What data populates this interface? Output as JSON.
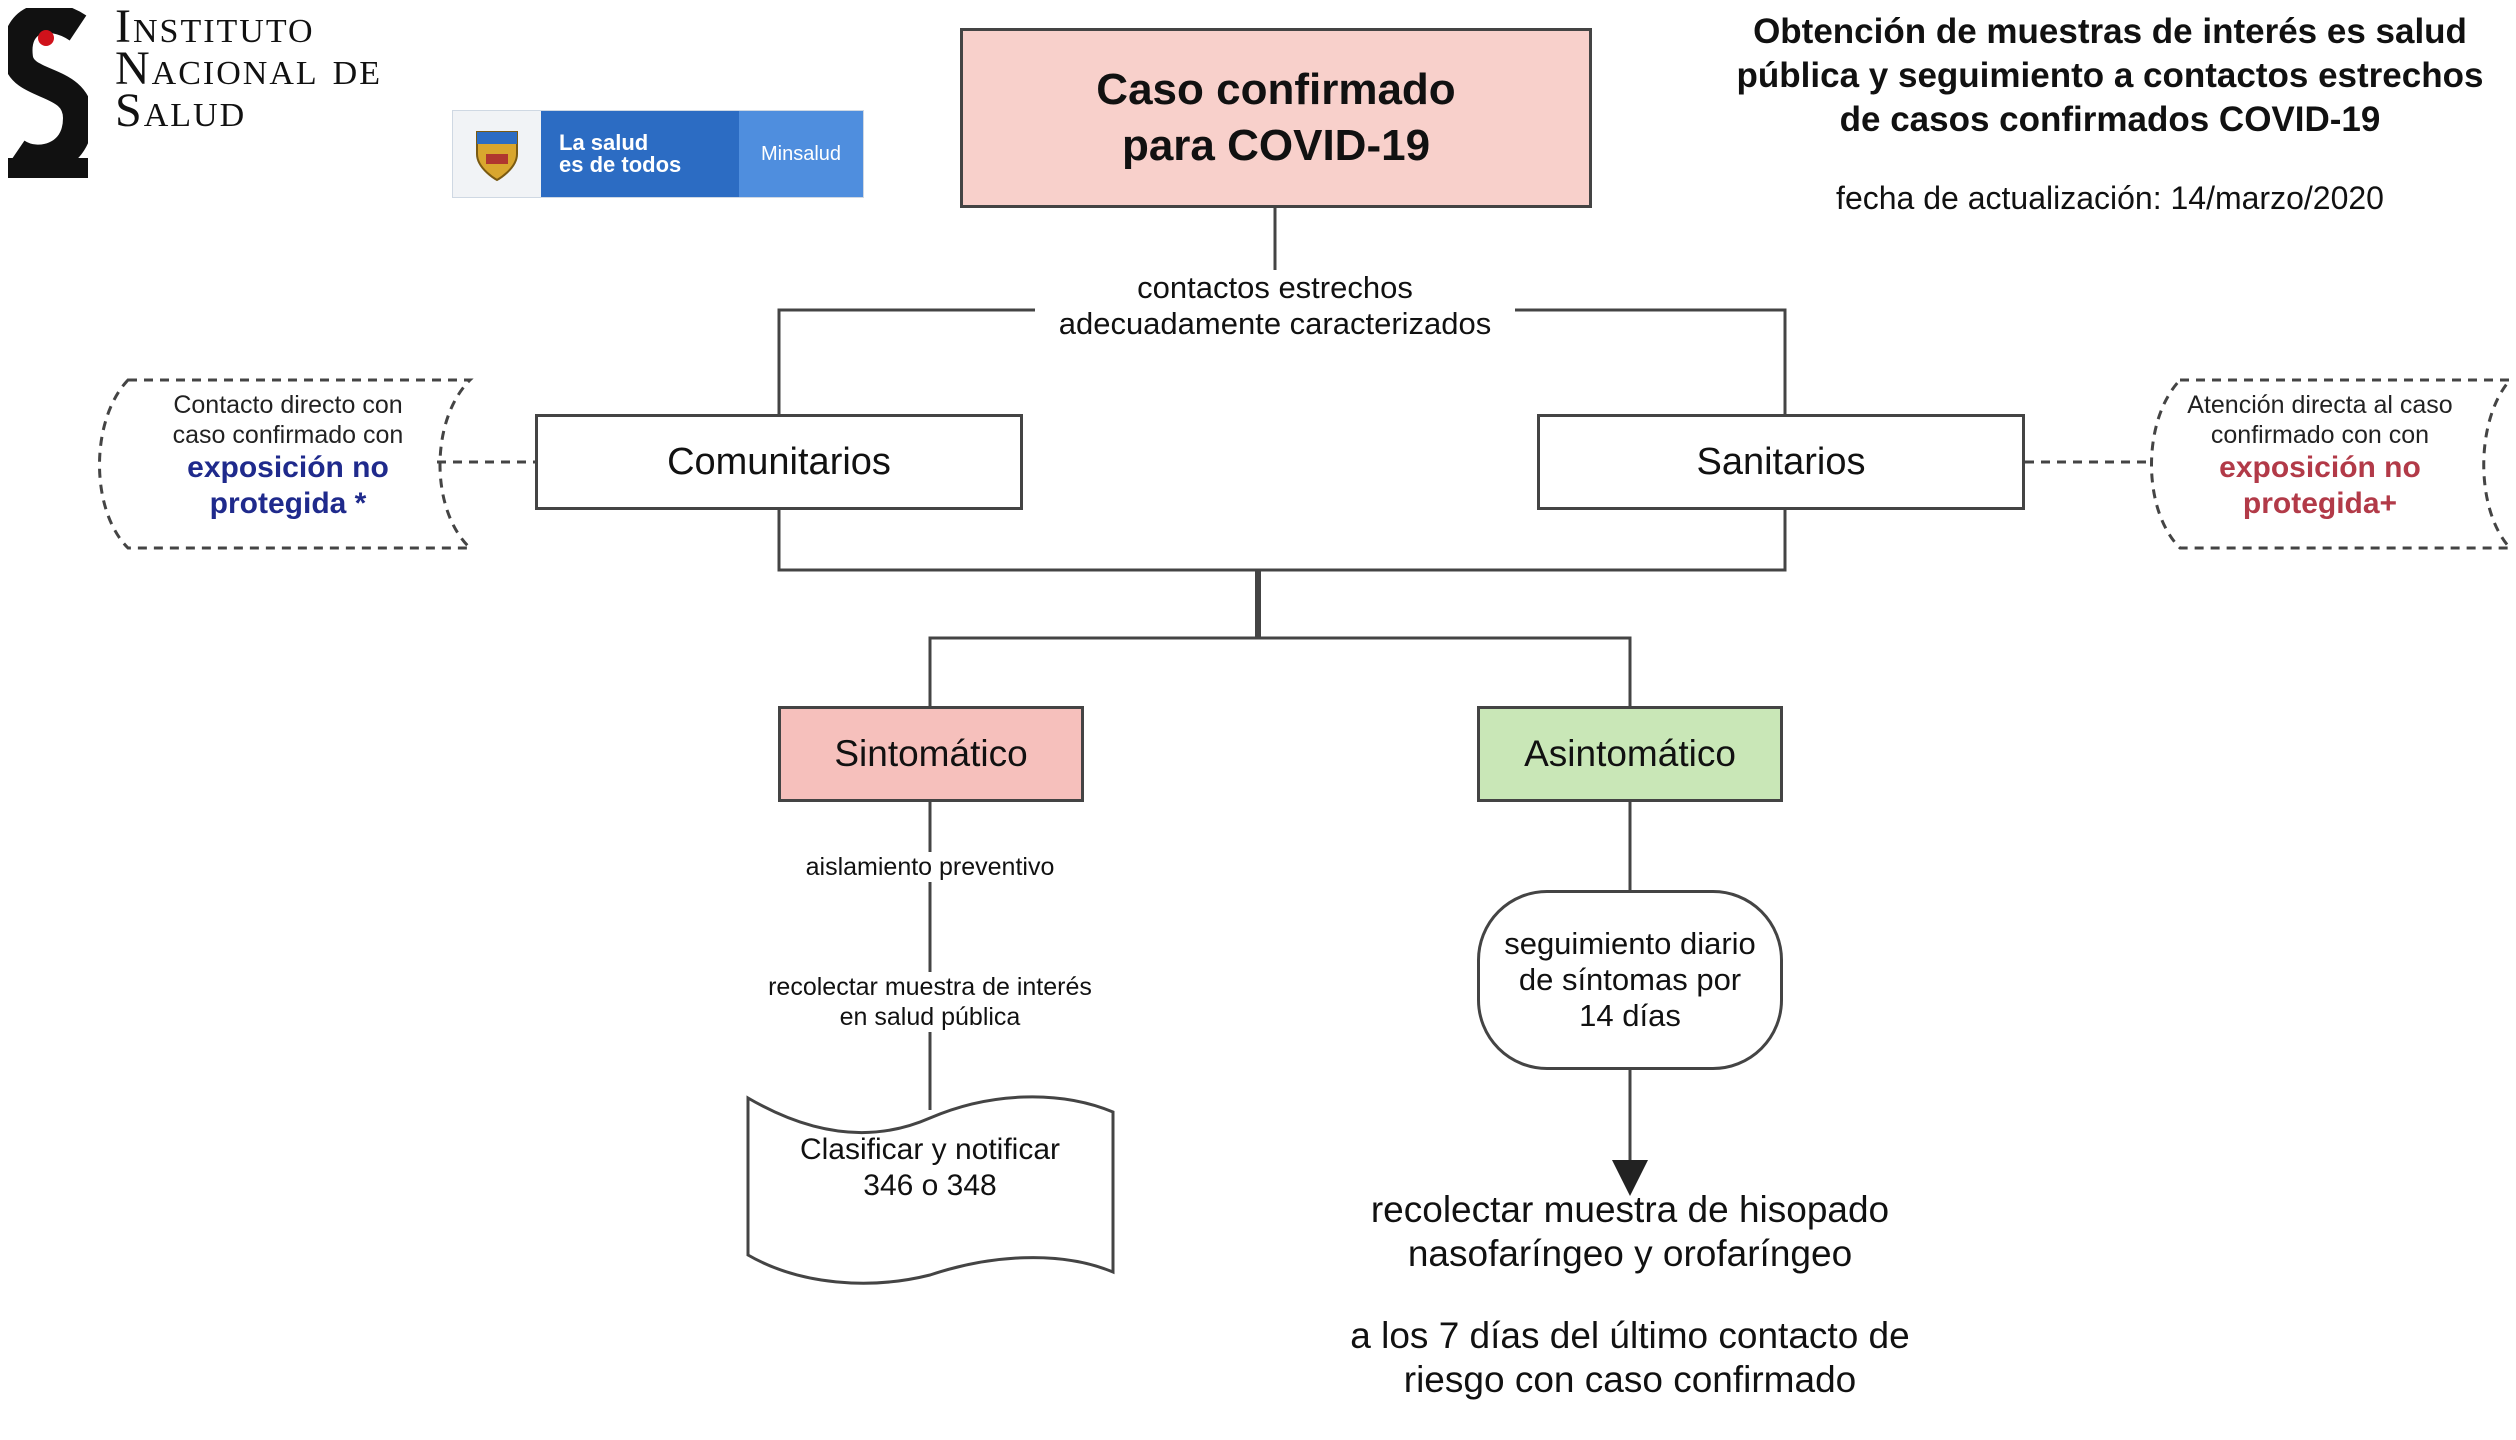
{
  "header": {
    "institute_lines": [
      "Instituto",
      "Nacional de",
      "Salud"
    ],
    "minsalud": {
      "slogan_line1": "La salud",
      "slogan_line2": "es de todos",
      "brand": "Minsalud"
    },
    "title_lines": [
      "Obtención de muestras de interés es salud",
      "pública y seguimiento a contactos estrechos",
      "de casos confirmados COVID-19"
    ],
    "update_date": "fecha de actualización: 14/marzo/2020"
  },
  "diagram": {
    "main_box_lines": [
      "Caso confirmado",
      "para COVID-19"
    ],
    "contacts_label_lines": [
      "contactos estrechos",
      "adecuadamente caracterizados"
    ],
    "comunitarios": "Comunitarios",
    "sanitarios": "Sanitarios",
    "note_left": {
      "line1": "Contacto directo con",
      "line2": "caso confirmado con",
      "hl1": "exposición no",
      "hl2": "protegida *"
    },
    "note_right": {
      "line1": "Atención directa al caso",
      "line2": "confirmado con con",
      "hl1": "exposición no",
      "hl2": "protegida+"
    },
    "sintomatico": "Sintomático",
    "asintomatico": "Asintomático",
    "aislamiento": "aislamiento preventivo",
    "recolectar_lines": [
      "recolectar muestra de interés",
      "en salud pública"
    ],
    "clasificar_lines": [
      "Clasificar y notificar",
      "346 o 348"
    ],
    "seguimiento_lines": [
      "seguimiento diario",
      "de síntomas por",
      "14 días"
    ],
    "bottom_p1": [
      "recolectar muestra de hisopado",
      "nasofaríngeo y orofaríngeo"
    ],
    "bottom_p2": [
      "a los 7 días del último contacto de",
      "riesgo con caso confirmado"
    ]
  },
  "colors": {
    "main_box": "#f8d0cb",
    "sintomatico": "#f6c0bc",
    "asintomatico": "#c9e7b7",
    "highlight_blue": "#1f2a8c",
    "highlight_red": "#b23a48"
  }
}
